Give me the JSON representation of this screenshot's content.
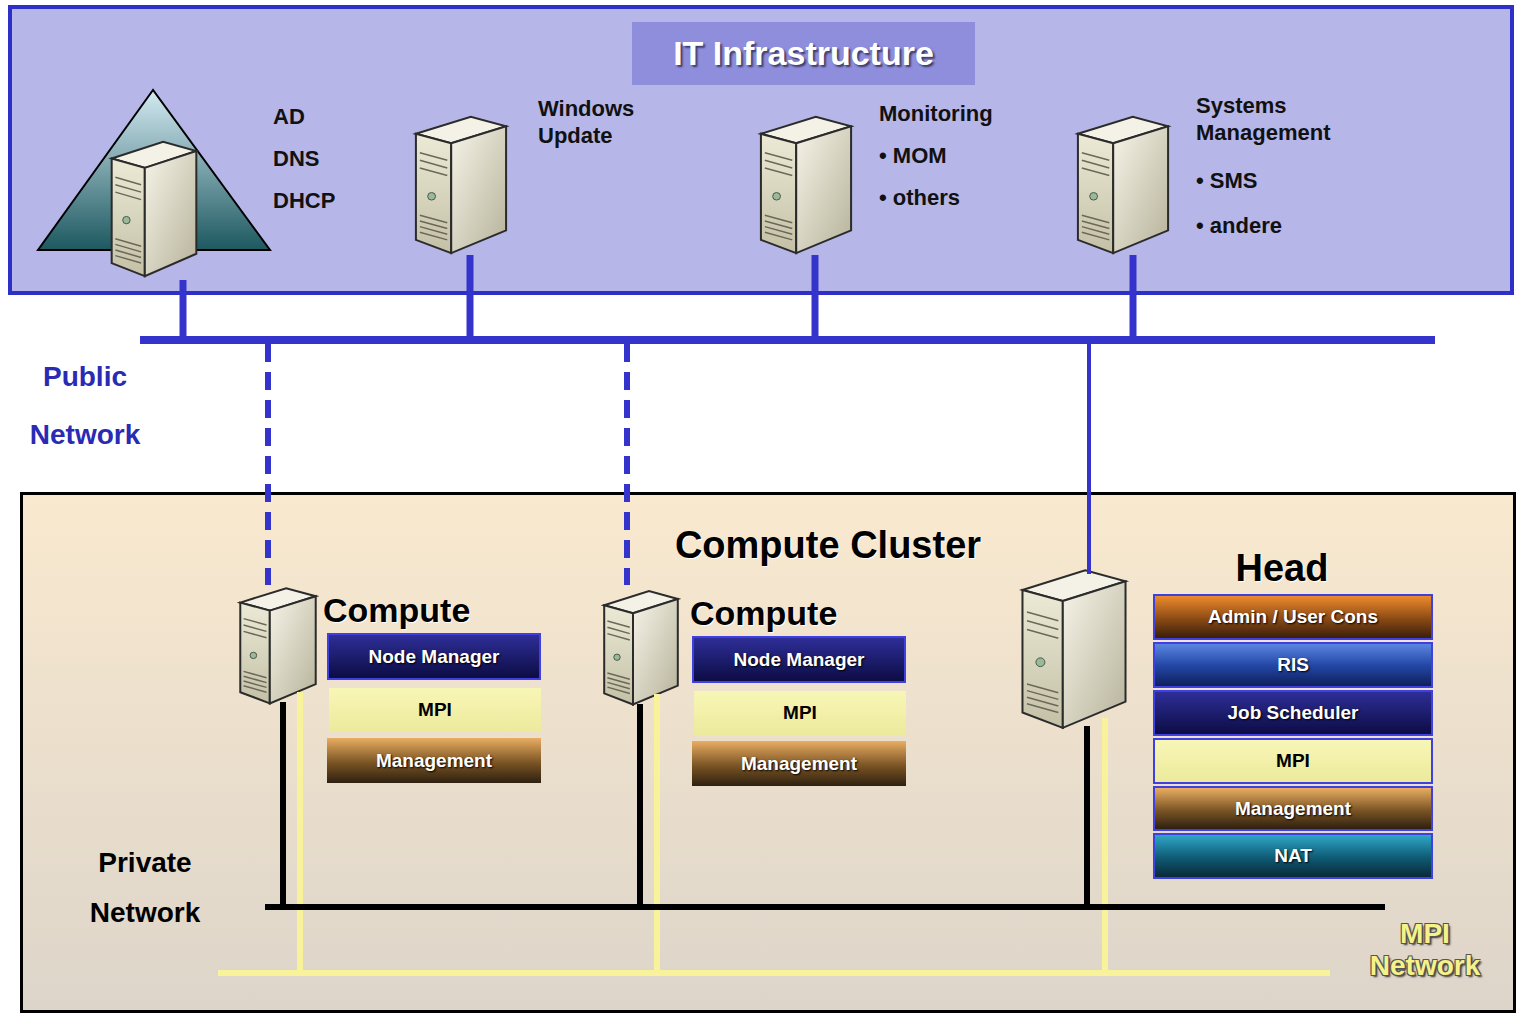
{
  "diagram": {
    "nodes": [
      {
        "text": [
          "IT Infrastructure"
        ]
      },
      {
        "text": [
          "AD",
          "DNS",
          "DHCP"
        ],
        "in": 0
      },
      {
        "text": [
          "Windows Update"
        ],
        "in": 0
      },
      {
        "text": [
          "Monitoring",
          "• MOM",
          "• others"
        ],
        "in": 0
      },
      {
        "text": [
          "Systems Management",
          "• SMS",
          "• andere"
        ],
        "in": 0
      },
      {
        "text": [
          "Public Network"
        ]
      },
      {
        "text": [
          "Compute Cluster"
        ]
      },
      {
        "text": [
          "Compute"
        ],
        "in": 6
      },
      {
        "text": [
          "Node Manager"
        ],
        "in": 7
      },
      {
        "text": [
          "MPI"
        ],
        "in": 7
      },
      {
        "text": [
          "Management"
        ],
        "in": 7
      },
      {
        "text": [
          "Compute"
        ],
        "in": 6
      },
      {
        "text": [
          "Node Manager"
        ],
        "in": 11
      },
      {
        "text": [
          "MPI"
        ],
        "in": 11
      },
      {
        "text": [
          "Management"
        ],
        "in": 11
      },
      {
        "text": [
          "Head"
        ],
        "in": 6
      },
      {
        "text": [
          "Admin / User Cons"
        ],
        "in": 15
      },
      {
        "text": [
          "RIS"
        ],
        "in": 15
      },
      {
        "text": [
          "Job Scheduler"
        ],
        "in": 15
      },
      {
        "text": [
          "MPI"
        ],
        "in": 15
      },
      {
        "text": [
          "Management"
        ],
        "in": 15
      },
      {
        "text": [
          "NAT"
        ],
        "in": 15
      },
      {
        "text": [
          "Private Network"
        ],
        "in": 6
      },
      {
        "text": [
          "MPI Network"
        ],
        "in": 6
      }
    ],
    "edges": [
      {
        "from": 1,
        "to": 5,
        "arrow": "none"
      },
      {
        "from": 2,
        "to": 5,
        "arrow": "none"
      },
      {
        "from": 3,
        "to": 5,
        "arrow": "none"
      },
      {
        "from": 4,
        "to": 5,
        "arrow": "none"
      },
      {
        "from": 5,
        "to": 7,
        "arrow": "none"
      },
      {
        "from": 5,
        "to": 11,
        "arrow": "none"
      },
      {
        "from": 5,
        "to": 15,
        "arrow": "none"
      },
      {
        "from": 7,
        "to": 22,
        "arrow": "none"
      },
      {
        "from": 7,
        "to": 23,
        "arrow": "none"
      },
      {
        "from": 11,
        "to": 22,
        "arrow": "none"
      },
      {
        "from": 11,
        "to": 23,
        "arrow": "none"
      },
      {
        "from": 15,
        "to": 22,
        "arrow": "none"
      },
      {
        "from": 15,
        "to": 23,
        "arrow": "none"
      }
    ]
  }
}
